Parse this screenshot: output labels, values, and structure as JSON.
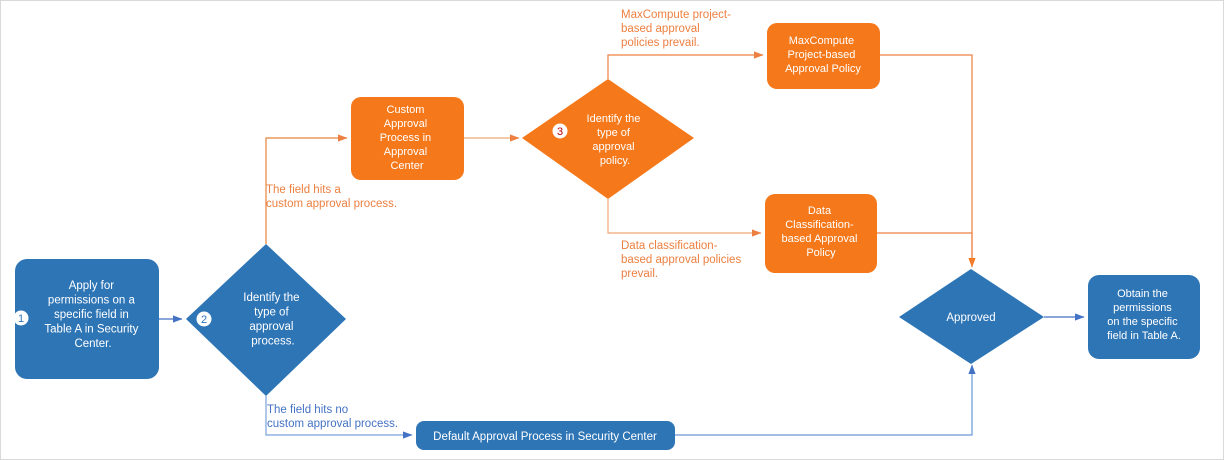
{
  "diagram": {
    "title": "Approval Process Flowchart",
    "colors": {
      "blue_fill": "#2E75B6",
      "orange_fill": "#F5781A",
      "blue_line": "#4472C4",
      "orange_line": "#ED8041",
      "orange_arrow": "#F5781A",
      "text_on_shape": "#FFFFFF",
      "badge_bg": "#FFFFFF",
      "badge_text_blue": "#2E75B6",
      "badge_text_red": "#C00000",
      "canvas_bg": "#FFFFFF",
      "canvas_border": "#D9D9D9"
    },
    "nodes": [
      {
        "id": "apply",
        "shape": "rounded-rect",
        "color": "blue",
        "badge": "1",
        "lines": [
          "Apply for",
          "permissions on a",
          "specific field in",
          "Table A in Security",
          "Center."
        ]
      },
      {
        "id": "identify-process",
        "shape": "diamond",
        "color": "blue",
        "badge": "2",
        "lines": [
          "Identify the",
          "type of",
          "approval",
          "process."
        ]
      },
      {
        "id": "custom-approval-process",
        "shape": "rounded-rect",
        "color": "orange",
        "badge": "",
        "lines": [
          "Custom",
          "Approval",
          "Process in",
          "Approval",
          "Center"
        ]
      },
      {
        "id": "identify-policy",
        "shape": "diamond",
        "color": "orange",
        "badge": "3",
        "lines": [
          "Identify the",
          "type of",
          "approval",
          "policy."
        ]
      },
      {
        "id": "maxcompute-policy",
        "shape": "rounded-rect",
        "color": "orange",
        "badge": "",
        "lines": [
          "MaxCompute",
          "Project-based",
          "Approval Policy"
        ]
      },
      {
        "id": "data-classification-policy",
        "shape": "rounded-rect",
        "color": "orange",
        "badge": "",
        "lines": [
          "Data",
          "Classification-",
          "based Approval",
          "Policy"
        ]
      },
      {
        "id": "default-approval-process",
        "shape": "rounded-rect",
        "color": "blue",
        "badge": "",
        "lines": [
          "Default Approval Process in Security Center"
        ]
      },
      {
        "id": "approved",
        "shape": "diamond",
        "color": "blue",
        "badge": "",
        "lines": [
          "Approved"
        ]
      },
      {
        "id": "obtain",
        "shape": "rounded-rect",
        "color": "blue",
        "badge": "",
        "lines": [
          "Obtain the",
          "permissions",
          "on the specific",
          "field in Table A."
        ]
      }
    ],
    "edge_labels": [
      {
        "id": "label-maxcompute",
        "color": "orange",
        "lines": [
          "MaxCompute project-",
          "based approval",
          "policies prevail."
        ]
      },
      {
        "id": "label-custom-hit",
        "color": "orange",
        "lines": [
          "The field hits a",
          "custom approval process."
        ]
      },
      {
        "id": "label-data-classification",
        "color": "orange",
        "lines": [
          "Data classification-",
          "based approval policies",
          "prevail."
        ]
      },
      {
        "id": "label-no-custom-hit",
        "color": "blue",
        "lines": [
          "The field hits no",
          "custom approval process."
        ]
      }
    ]
  }
}
